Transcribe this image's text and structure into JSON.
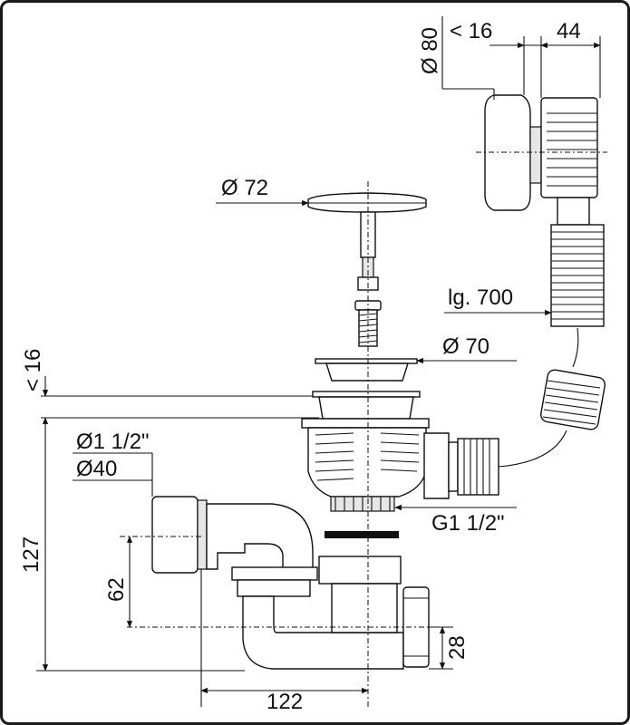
{
  "dimensions": {
    "cap_diameter": "Ø 80",
    "cap_depth": "< 16",
    "cap_width": "44",
    "plug_diameter": "Ø 72",
    "hose_length": "lg. 700",
    "flange_diameter": "Ø 70",
    "flange_thickness": "< 16",
    "pipe_inch": "Ø1 1/2\"",
    "pipe_mm": "Ø40",
    "thread": "G1 1/2\"",
    "total_height": "127",
    "outlet_height": "62",
    "trap_seal": "28",
    "outlet_offset": "122"
  }
}
